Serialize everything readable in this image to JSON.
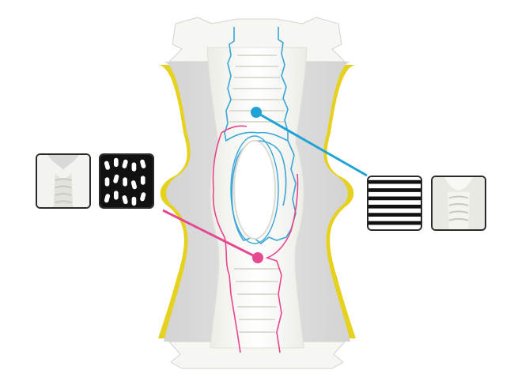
{
  "colors": {
    "background": "#ffffff",
    "sleeve_yellow": "#e6d21e",
    "foam_gray": "#dcdcdc",
    "shell_white": "#f6f6f2",
    "channel_white": "#fbfbf8",
    "upper_chamber_outline": "#3aa5d8",
    "lower_chamber_outline": "#e8448f",
    "callout_blue": "#1fa3d6",
    "callout_pink": "#e54a90",
    "tile_border": "#2a2a2a"
  },
  "icons": {
    "left_photo": "lower-chamber-texture-photo",
    "left_pattern": "wavy-nub-pattern-icon",
    "right_pattern": "horizontal-rib-pattern-icon",
    "right_photo": "upper-chamber-ribs-photo"
  },
  "callouts": [
    {
      "id": "upper-chamber",
      "color": "callout_blue",
      "pattern": "horizontal-ribs"
    },
    {
      "id": "lower-chamber",
      "color": "callout_pink",
      "pattern": "wavy-nubs"
    }
  ]
}
